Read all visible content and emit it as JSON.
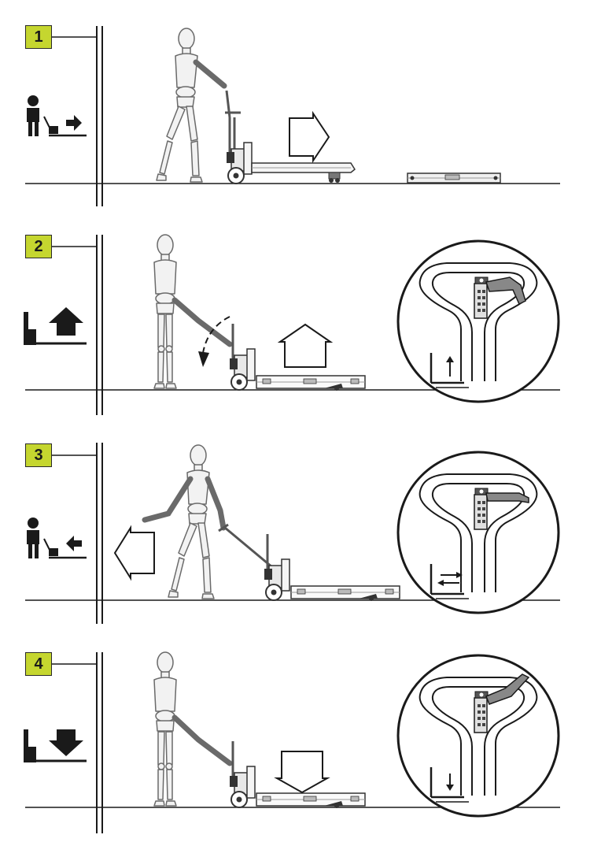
{
  "colors": {
    "badge_fill": "#c5d62f",
    "line": "#1a1a1a",
    "figure_fill": "#f2f2f2",
    "figure_stroke": "#6a6a6a",
    "dark": "#1a1a1a"
  },
  "steps": [
    {
      "number": "1",
      "mode_icon": "drive-forward-icon",
      "direction_arrow": "arrow-right-outline-icon",
      "detail_icon": null
    },
    {
      "number": "2",
      "mode_icon": "lift-fork-up-icon",
      "direction_arrow": "arrow-up-outline-icon",
      "detail_icon": "handle-lever-lift-icon"
    },
    {
      "number": "3",
      "mode_icon": "drive-backward-icon",
      "direction_arrow": "arrow-left-outline-icon",
      "detail_icon": "handle-lever-neutral-icon"
    },
    {
      "number": "4",
      "mode_icon": "lower-fork-down-icon",
      "direction_arrow": "arrow-down-outline-icon",
      "detail_icon": "handle-lever-lower-icon"
    }
  ]
}
